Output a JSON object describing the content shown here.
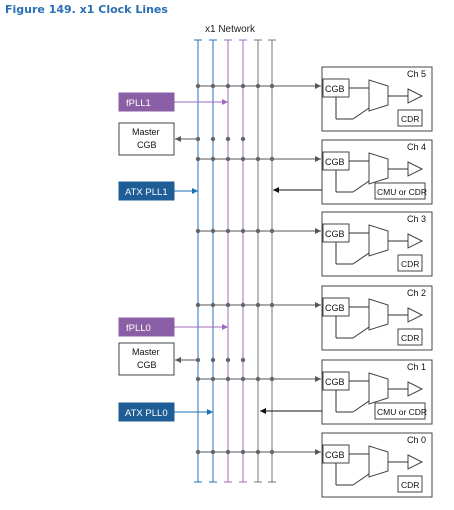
{
  "figure_title": "Figure 149.  x1 Clock Lines",
  "network_label": "x1 Network",
  "blocks": {
    "fpll1": "fPLL1",
    "master_cgb_1": [
      "Master",
      "CGB"
    ],
    "atx_pll1": "ATX PLL1",
    "fpll0": "fPLL0",
    "master_cgb_0": [
      "Master",
      "CGB"
    ],
    "atx_pll0": "ATX PLL0"
  },
  "channels": [
    {
      "name": "Ch 5",
      "cgb": "CGB",
      "out": "CDR"
    },
    {
      "name": "Ch 4",
      "cgb": "CGB",
      "out": "CMU or CDR"
    },
    {
      "name": "Ch 3",
      "cgb": "CGB",
      "out": "CDR"
    },
    {
      "name": "Ch 2",
      "cgb": "CGB",
      "out": "CDR"
    },
    {
      "name": "Ch 1",
      "cgb": "CGB",
      "out": "CMU or CDR"
    },
    {
      "name": "Ch 0",
      "cgb": "CGB",
      "out": "CDR"
    }
  ],
  "colors": {
    "title": "#2a6fb5",
    "network_line": "#2a6fb5",
    "fpll_fill": "#8b5fa6",
    "atx_fill": "#1f5d96",
    "fpll_line": "#a06bc0",
    "atx_line": "#1f6fb5",
    "wire": "#555555"
  }
}
